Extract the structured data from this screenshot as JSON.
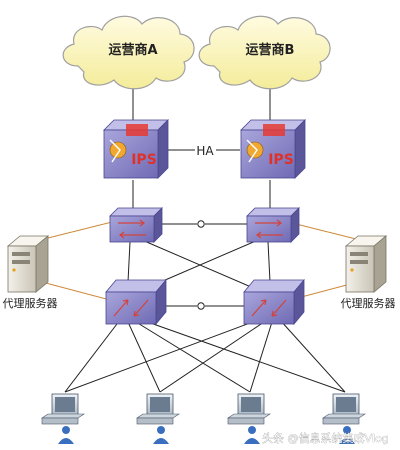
{
  "clouds": {
    "left": {
      "label": "运营商A"
    },
    "right": {
      "label": "运营商B"
    }
  },
  "ips": {
    "left": {
      "label": "IPS"
    },
    "right": {
      "label": "IPS"
    },
    "link_label": "HA"
  },
  "servers": {
    "left": {
      "label": "代理服务器"
    },
    "right": {
      "label": "代理服务器"
    }
  },
  "watermark": "头条 @信息系统集成Vlog",
  "colors": {
    "cloud_fill": "#fbf5b0",
    "cloud_stroke": "#9a9a9a",
    "device_face": "#8a86c8",
    "device_top": "#b9b6e4",
    "device_side": "#5d58a0",
    "ips_accent": "#e0302a",
    "arrow_red": "#d4433c",
    "link": "#222222",
    "text": "#222222",
    "watermark": "#ffffff"
  }
}
